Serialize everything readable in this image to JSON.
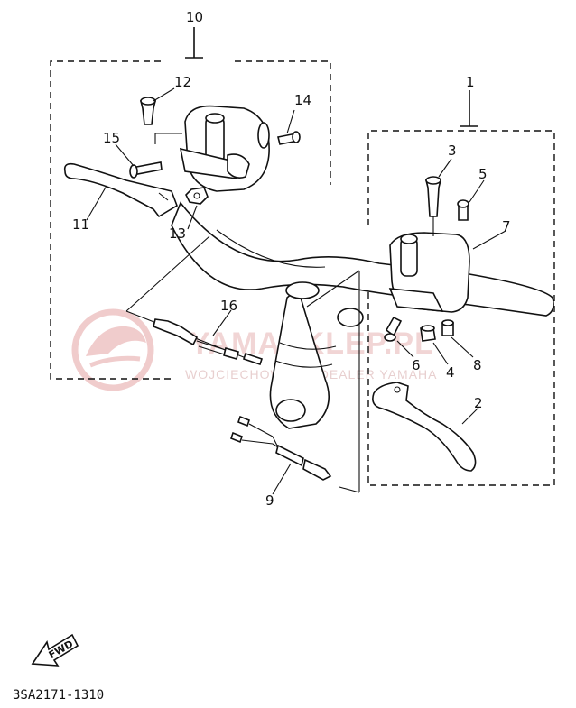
{
  "parts": {
    "p1": "1",
    "p2": "2",
    "p3": "3",
    "p4": "4",
    "p5": "5",
    "p6": "6",
    "p7": "7",
    "p8": "8",
    "p9": "9",
    "p10": "10",
    "p11": "11",
    "p12": "12",
    "p13": "13",
    "p14": "14",
    "p15": "15",
    "p16": "16"
  },
  "drawing_code": "3SA2171-1310",
  "fwd_label": "FWD",
  "watermark": {
    "title": "YAMASKLEP.PL",
    "subtitle": "WOJCIECHOWICZ | DEALER YAMAHA"
  },
  "colors": {
    "line": "#111111",
    "watermark": "#e6b4b4"
  }
}
